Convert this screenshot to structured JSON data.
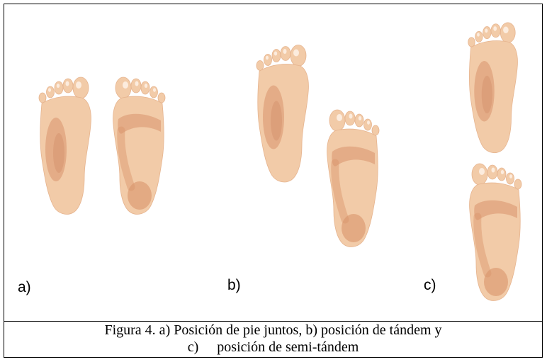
{
  "labels": {
    "a": "a)",
    "b": "b)",
    "c": "c)"
  },
  "caption": {
    "line1": "Figura 4. a) Posición de pie juntos, b) posición de tándem y",
    "line2_marker": "c)",
    "line2_text": "posición de semi-tándem"
  },
  "colors": {
    "skin": "#f2cba8",
    "skin_edge": "#e6b48f",
    "pressure": "#d9946b",
    "toe_highlight": "#fff5ec"
  }
}
